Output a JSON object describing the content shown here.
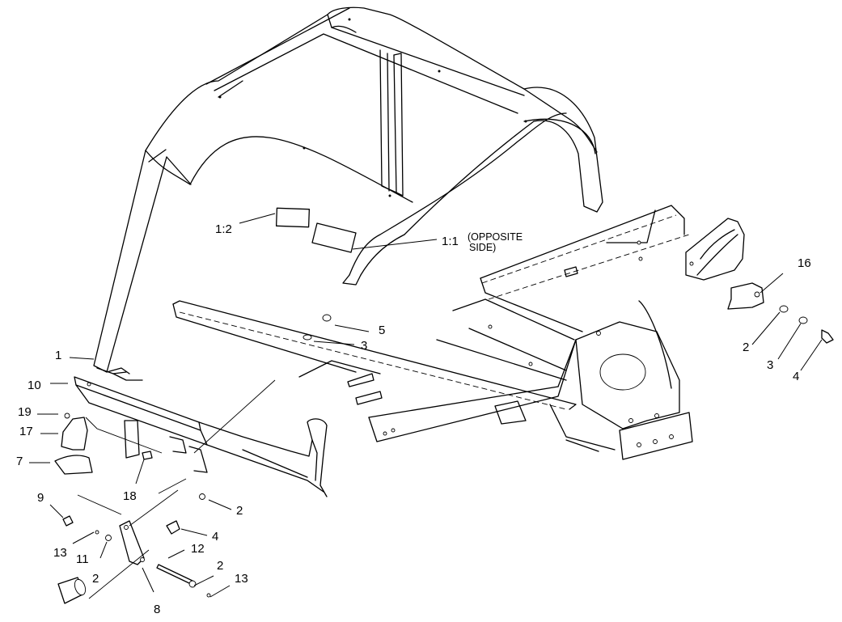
{
  "callouts": [
    {
      "id": "c-1-2",
      "text": "1:2"
    },
    {
      "id": "c-1-1",
      "text": "1:1"
    },
    {
      "id": "c-note-1",
      "text": "(OPPOSITE"
    },
    {
      "id": "c-note-2",
      "text": "SIDE)"
    },
    {
      "id": "c-16",
      "text": "16"
    },
    {
      "id": "c-5",
      "text": "5"
    },
    {
      "id": "c-3a",
      "text": "3"
    },
    {
      "id": "c-1",
      "text": "1"
    },
    {
      "id": "c-10",
      "text": "10"
    },
    {
      "id": "c-19",
      "text": "19"
    },
    {
      "id": "c-17",
      "text": "17"
    },
    {
      "id": "c-7",
      "text": "7"
    },
    {
      "id": "c-18",
      "text": "18"
    },
    {
      "id": "c-9",
      "text": "9"
    },
    {
      "id": "c-2a",
      "text": "2"
    },
    {
      "id": "c-4a",
      "text": "4"
    },
    {
      "id": "c-12",
      "text": "12"
    },
    {
      "id": "c-13a",
      "text": "13"
    },
    {
      "id": "c-11",
      "text": "11"
    },
    {
      "id": "c-2b",
      "text": "2"
    },
    {
      "id": "c-2c",
      "text": "2"
    },
    {
      "id": "c-13b",
      "text": "13"
    },
    {
      "id": "c-8",
      "text": "8"
    },
    {
      "id": "c-2d",
      "text": "2"
    },
    {
      "id": "c-3b",
      "text": "3"
    },
    {
      "id": "c-4b",
      "text": "4"
    }
  ]
}
